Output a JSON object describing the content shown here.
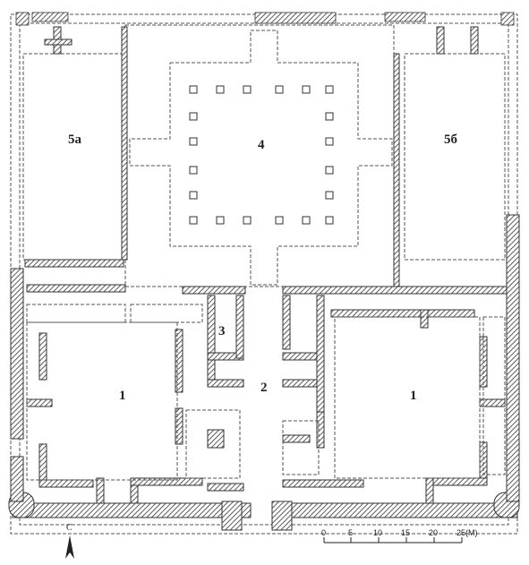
{
  "rooms": {
    "r1_left": "1",
    "r1_right": "1",
    "r2": "2",
    "r3": "3",
    "r4": "4",
    "r5a": "5а",
    "r5b": "5б"
  },
  "north": {
    "label": "С"
  },
  "scale": {
    "ticks": [
      "0",
      "5",
      "10",
      "15",
      "20",
      "25(М)"
    ]
  },
  "colors": {
    "wall_hatch": "#444444",
    "outline": "#333333",
    "dashed": "#555555"
  }
}
